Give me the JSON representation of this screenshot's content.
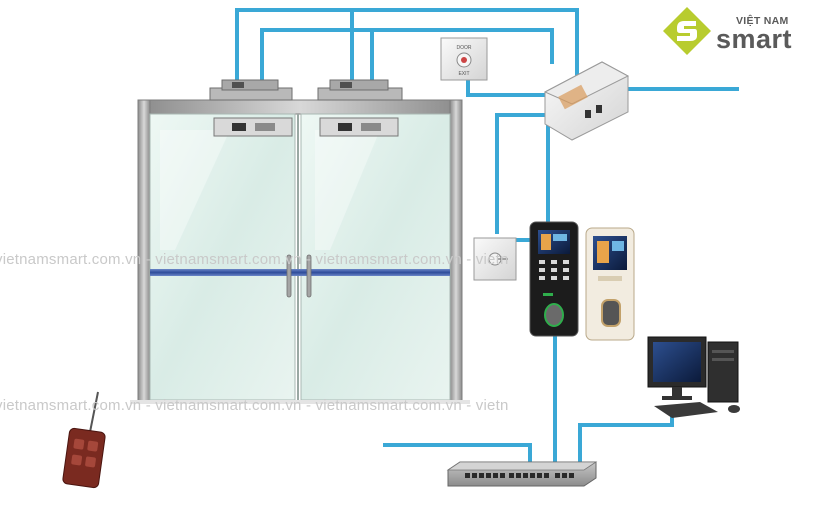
{
  "logo": {
    "line1": "VIỆT NAM",
    "line2": "smart",
    "color": "#b8cc2e"
  },
  "watermark": {
    "text": "vietnamsmart.com.vn - vietnamsmart.com.vn - vietnamsmart.com.vn - vietn"
  },
  "devices": {
    "exit_button_label": "EXIT",
    "exit_button_top_label": "DOOR"
  },
  "colors": {
    "wire": "#3aa8d6",
    "door_frame": "#9a9a9a",
    "glass": "#dff0ea",
    "push_bar": "#3f5fa8",
    "reader_black": "#1c1c1c",
    "reader_white": "#f2ece0",
    "remote": "#7a2a20"
  }
}
